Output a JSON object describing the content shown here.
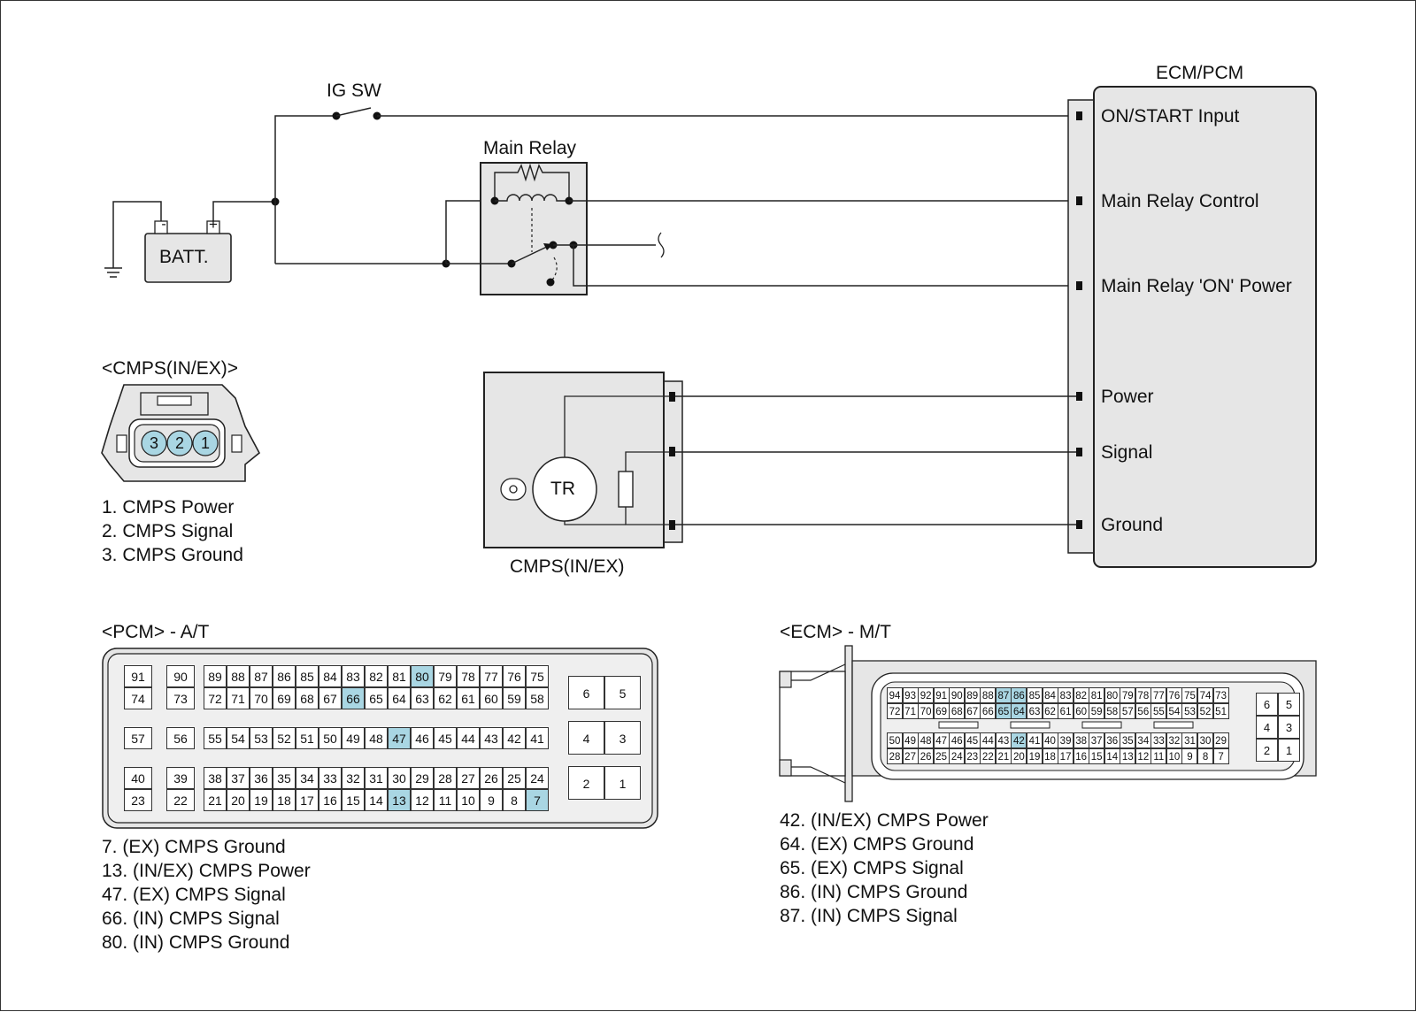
{
  "schematic": {
    "ig_sw": "IG SW",
    "main_relay": "Main Relay",
    "battery": "BATT.",
    "bat_minus": "-",
    "bat_plus": "+",
    "ecm_title": "ECM/PCM",
    "ecm_pins": [
      "ON/START Input",
      "Main Relay Control",
      "Main Relay 'ON' Power",
      "Power",
      "Signal",
      "Ground"
    ],
    "sensor_tr": "TR",
    "sensor_label": "CMPS(IN/EX)"
  },
  "cmps_connector": {
    "title": "<CMPS(IN/EX)>",
    "pins": [
      "3",
      "2",
      "1"
    ],
    "legend": [
      "1. CMPS Power",
      "2. CMPS Signal",
      "3. CMPS Ground"
    ]
  },
  "pcm": {
    "title": "<PCM> - A/T",
    "highlight": [
      "80",
      "66",
      "47",
      "13",
      "7"
    ],
    "legend": [
      "7. (EX) CMPS Ground",
      "13. (IN/EX) CMPS Power",
      "47. (EX) CMPS Signal",
      "66. (IN) CMPS Signal",
      "80. (IN) CMPS Ground"
    ]
  },
  "ecm": {
    "title": "<ECM> - M/T",
    "highlight": [
      "87",
      "86",
      "65",
      "64",
      "42"
    ],
    "legend": [
      "42. (IN/EX) CMPS Power",
      "64. (EX) CMPS Ground",
      "65. (EX) CMPS Signal",
      "86. (IN) CMPS Ground",
      "87. (IN) CMPS Signal"
    ]
  },
  "colors": {
    "highlight": "#a9d6e3",
    "body": "#e5e5e5",
    "line": "#222222"
  }
}
